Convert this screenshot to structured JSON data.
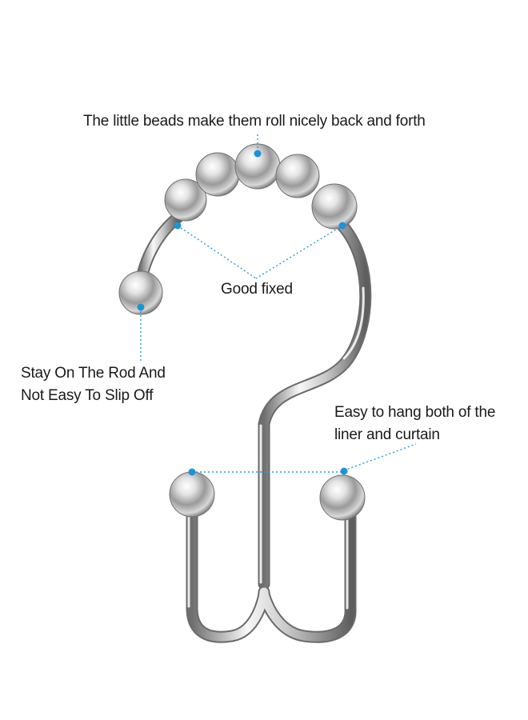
{
  "annotations": {
    "beads": "The little beads make them roll nicely back and forth",
    "fixed": "Good fixed",
    "rod_line1": "Stay On The Rod And",
    "rod_line2": "Not Easy To Slip Off",
    "hang_line1": "Easy to hang both of the",
    "hang_line2": "liner and curtain"
  },
  "colors": {
    "marker": "#1f93d6",
    "leader": "#2a9ad8",
    "text": "#1a1a1a"
  }
}
